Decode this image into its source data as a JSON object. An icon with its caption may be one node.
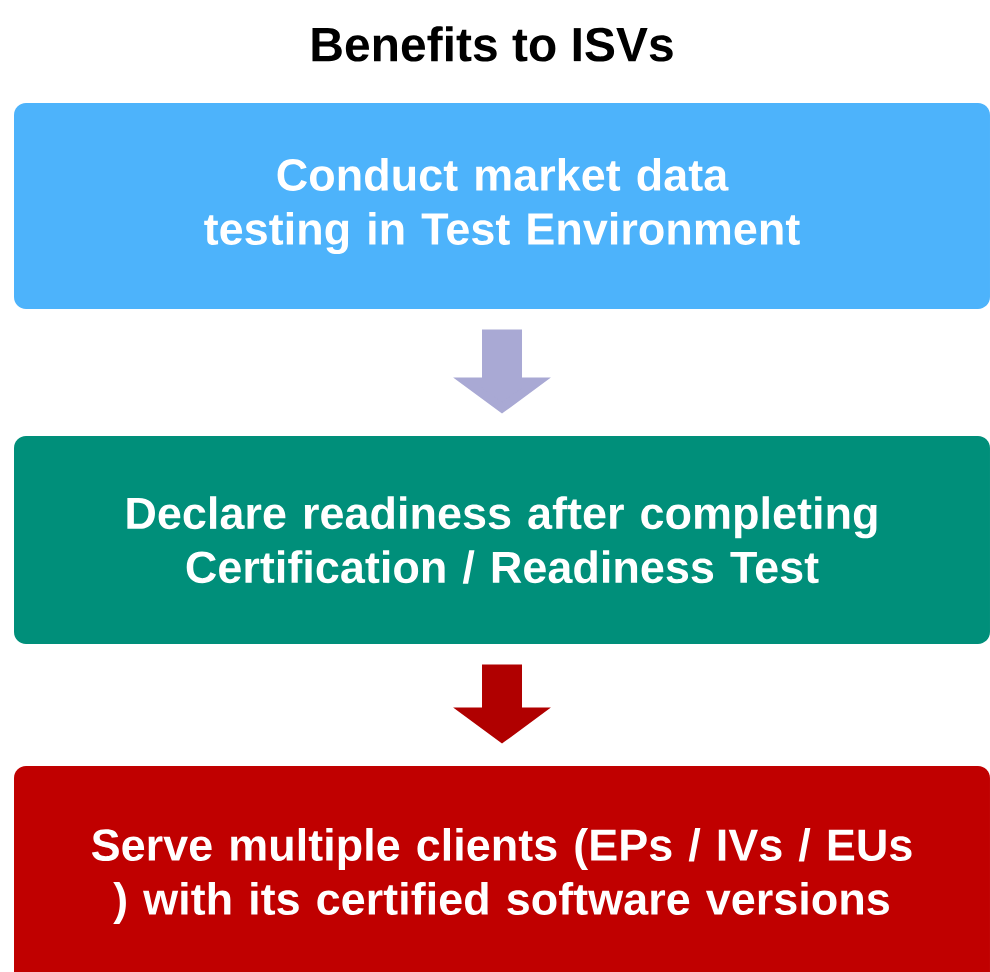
{
  "diagram": {
    "title": "Benefits to ISVs",
    "nodes": [
      {
        "text": [
          "Conduct market data testing in Test Environment"
        ]
      },
      {
        "text": [
          "Declare readiness after completing Certification / Readiness Test"
        ]
      },
      {
        "text": [
          "Serve multiple clients (EPs / IVs / EUs ) with its certified software versions"
        ]
      }
    ],
    "edges": [
      {
        "from": 0,
        "to": 1,
        "arrow": "to",
        "color": "#a9a9d4"
      },
      {
        "from": 1,
        "to": 2,
        "arrow": "to",
        "color": "#b00000"
      }
    ]
  }
}
